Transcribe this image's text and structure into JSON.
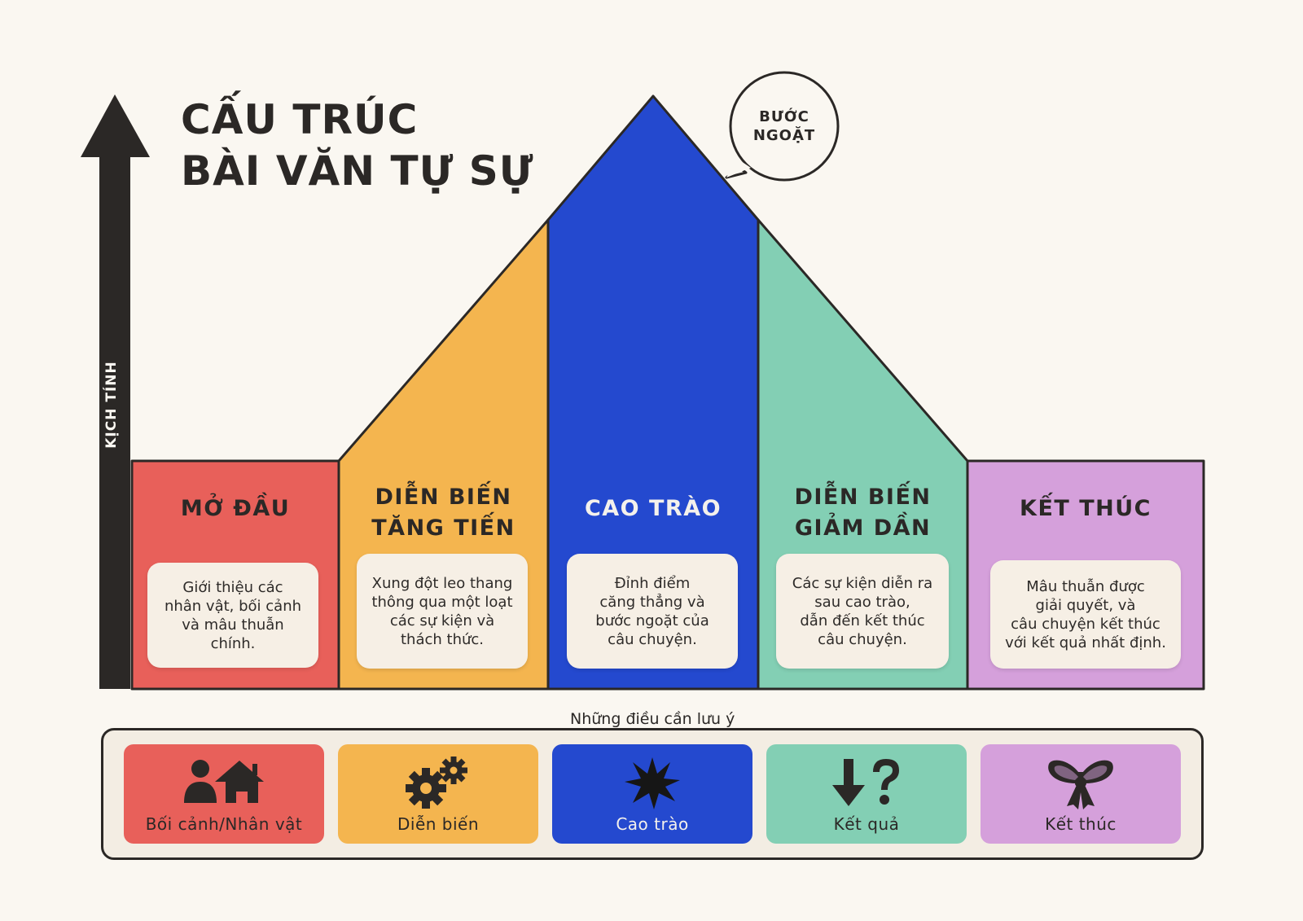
{
  "title": {
    "line1": "CẤU TRÚC",
    "line2": "BÀI VĂN TỰ SỰ"
  },
  "axis": {
    "label": "KỊCH TÍNH",
    "color": "#2b2826"
  },
  "bubble": {
    "line1": "BƯỚC",
    "line2": "NGOẶT"
  },
  "stages": [
    {
      "title_lines": [
        "MỞ ĐẦU"
      ],
      "desc_lines": [
        "Giới thiệu các",
        "nhân vật, bối cảnh",
        "và mâu thuẫn",
        "chính."
      ],
      "color": "#e8605a"
    },
    {
      "title_lines": [
        "DIỄN BIẾN",
        "TĂNG TIẾN"
      ],
      "desc_lines": [
        "Xung đột leo thang",
        "thông qua một loạt",
        "các sự kiện và",
        "thách thức."
      ],
      "color": "#f4b54f"
    },
    {
      "title_lines": [
        "CAO TRÀO"
      ],
      "desc_lines": [
        "Đỉnh điểm",
        "căng thẳng và",
        "bước ngoặt của",
        "câu chuyện."
      ],
      "color": "#2449cf"
    },
    {
      "title_lines": [
        "DIỄN BIẾN",
        "GIẢM DẦN"
      ],
      "desc_lines": [
        "Các sự kiện diễn ra",
        "sau cao trào,",
        "dẫn đến kết thúc",
        "câu chuyện."
      ],
      "color": "#83cfb4"
    },
    {
      "title_lines": [
        "KẾT THÚC"
      ],
      "desc_lines": [
        "Mâu thuẫn được",
        "giải quyết, và",
        "câu chuyện kết thúc",
        "với kết quả nhất định."
      ],
      "color": "#d5a0db"
    }
  ],
  "notes": {
    "title": "Những điều cần lưu ý",
    "items": [
      {
        "label": "Bối cảnh/Nhân vật",
        "icon": "person-house-icon",
        "color": "#e8605a"
      },
      {
        "label": "Diễn biến",
        "icon": "gears-icon",
        "color": "#f4b54f"
      },
      {
        "label": "Cao trào",
        "icon": "burst-icon",
        "color": "#2449cf"
      },
      {
        "label": "Kết quả",
        "icon": "arrow-down-question-icon",
        "color": "#83cfb4"
      },
      {
        "label": "Kết thúc",
        "icon": "bow-icon",
        "color": "#d5a0db"
      }
    ]
  }
}
